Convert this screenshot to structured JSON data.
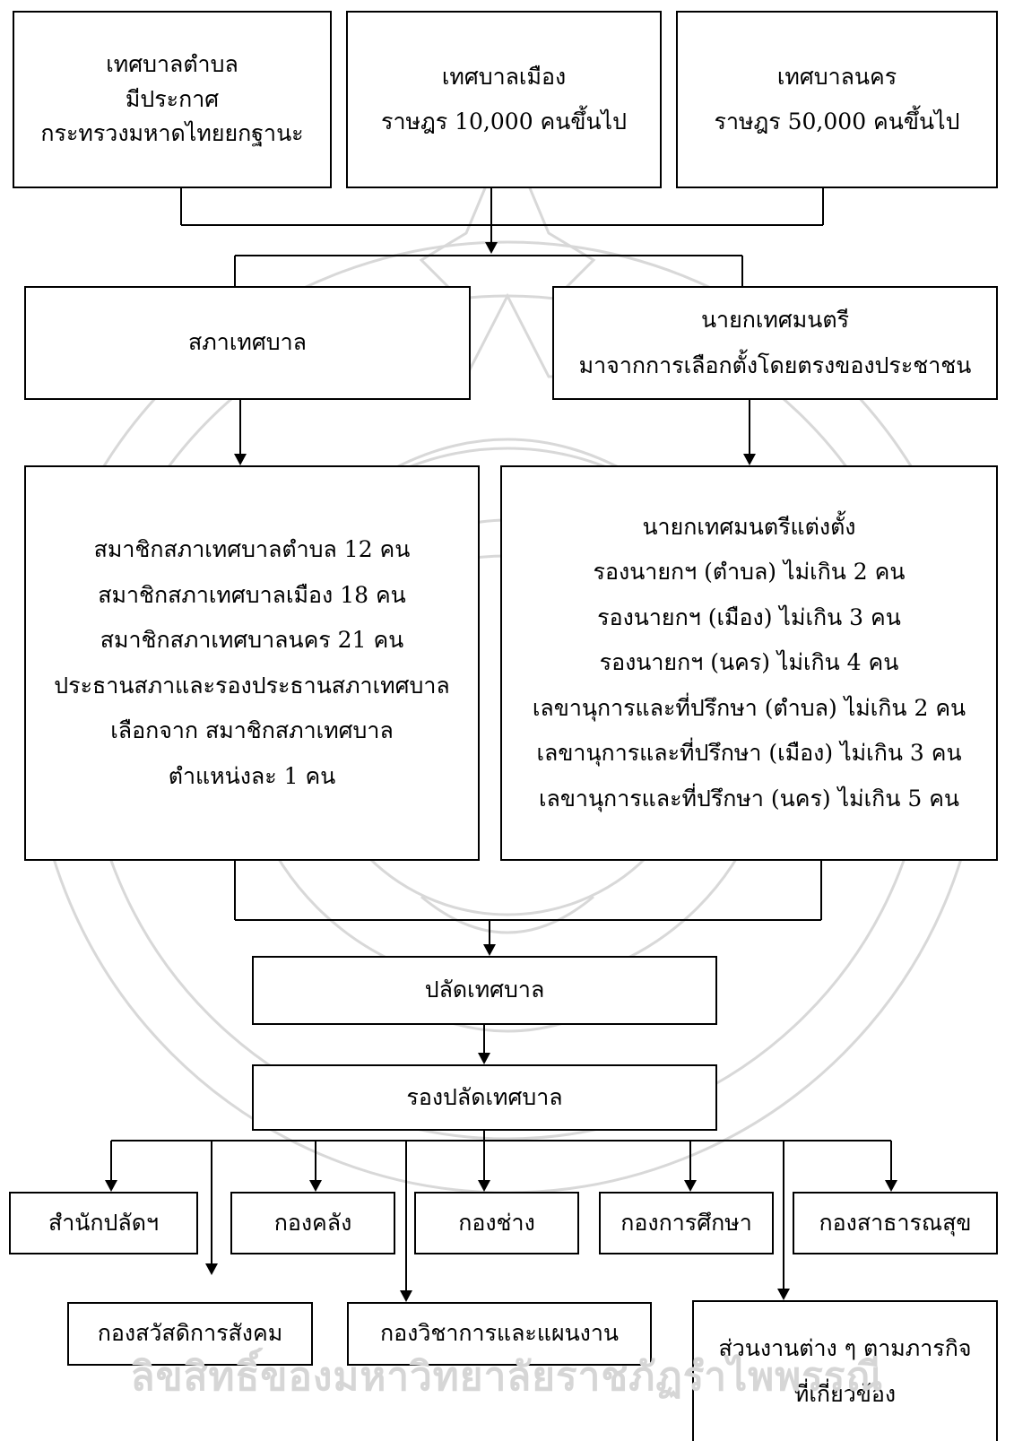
{
  "municipality_types": [
    {
      "id": "subdistrict",
      "lines": [
        "เทศบาลตำบล",
        "มีประกาศ",
        "กระทรวงมหาดไทยยกฐานะ"
      ]
    },
    {
      "id": "town",
      "lines": [
        "เทศบาลเมือง",
        "ราษฎร 10,000 คนขึ้นไป"
      ]
    },
    {
      "id": "city",
      "lines": [
        "เทศบาลนคร",
        "ราษฎร 50,000 คนขึ้นไป"
      ]
    }
  ],
  "council": {
    "lines": [
      "สภาเทศบาล"
    ]
  },
  "mayor": {
    "lines": [
      "นายกเทศมนตรี",
      "มาจากการเลือกตั้งโดยตรงของประชาชน"
    ]
  },
  "council_members": {
    "lines": [
      "สมาชิกสภาเทศบาลตำบล 12 คน",
      "สมาชิกสภาเทศบาลเมือง 18 คน",
      "สมาชิกสภาเทศบาลนคร 21 คน",
      "ประธานสภาและรองประธานสภาเทศบาล",
      "เลือกจาก สมาชิกสภาเทศบาล",
      "ตำแหน่งละ 1 คน"
    ]
  },
  "mayor_appointees": {
    "lines": [
      "นายกเทศมนตรีแต่งตั้ง",
      "รองนายกฯ (ตำบล) ไม่เกิน 2 คน",
      "รองนายกฯ (เมือง) ไม่เกิน 3 คน",
      "รองนายกฯ (นคร) ไม่เกิน 4 คน",
      "เลขานุการและที่ปรึกษา (ตำบล) ไม่เกิน 2 คน",
      "เลขานุการและที่ปรึกษา (เมือง) ไม่เกิน 3 คน",
      "เลขานุการและที่ปรึกษา (นคร) ไม่เกิน 5 คน"
    ]
  },
  "clerk": {
    "lines": [
      "ปลัดเทศบาล"
    ]
  },
  "deputy_clerk": {
    "lines": [
      "รองปลัดเทศบาล"
    ]
  },
  "departments_row1": [
    {
      "id": "office",
      "label": "สำนักปลัดฯ"
    },
    {
      "id": "finance",
      "label": "กองคลัง"
    },
    {
      "id": "engineering",
      "label": "กองช่าง"
    },
    {
      "id": "education",
      "label": "กองการศึกษา"
    },
    {
      "id": "health",
      "label": "กองสาธารณสุข"
    }
  ],
  "departments_row2": [
    {
      "id": "welfare",
      "lines": [
        "กองสวัสดิการสังคม"
      ]
    },
    {
      "id": "planning",
      "lines": [
        "กองวิชาการและแผนงาน"
      ]
    },
    {
      "id": "other",
      "lines": [
        "ส่วนงานต่าง ๆ ตามภารกิจ",
        "ที่เกี่ยวข้อง"
      ]
    }
  ],
  "watermark_text": "ลิขสิทธิ์ของมหาวิทยาลัยราชภัฏรำไพพรรณี",
  "colors": {
    "line": "#000000",
    "box_border": "#000000",
    "watermark": "#d6d6d6"
  }
}
